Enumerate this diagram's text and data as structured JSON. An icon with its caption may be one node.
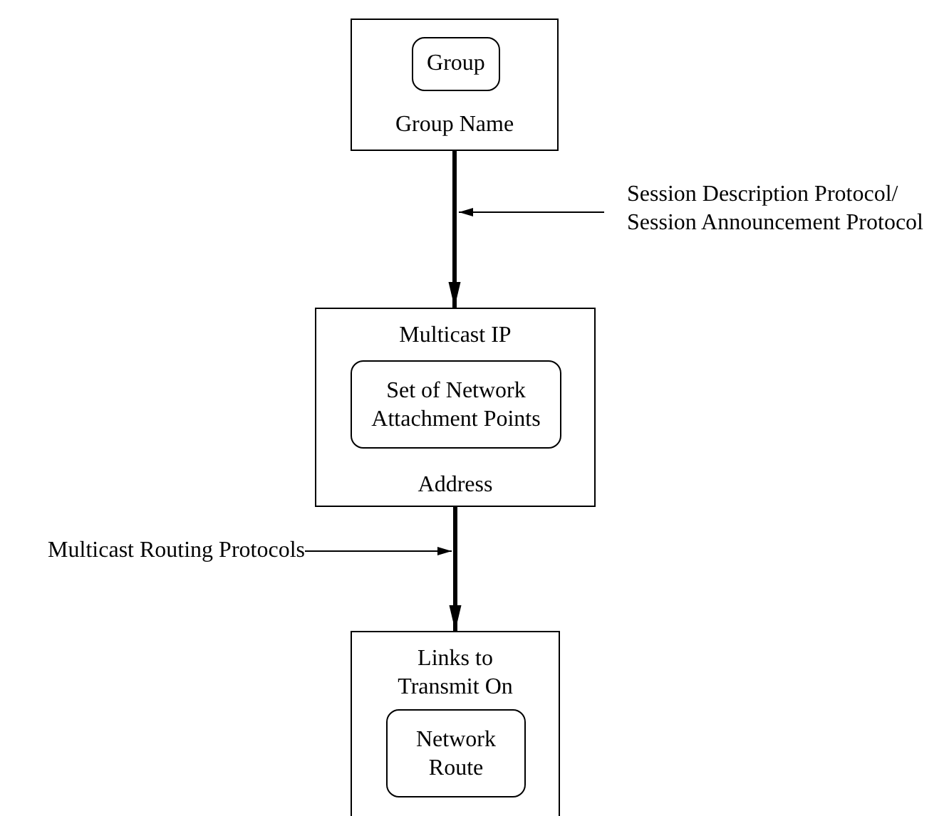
{
  "diagram": {
    "nodes": [
      {
        "text": [
          "Group Name"
        ]
      },
      {
        "text": [
          "Group"
        ],
        "in": 0
      },
      {
        "text": [
          "Multicast IP",
          "Address"
        ]
      },
      {
        "text": [
          "Set of Network Attachment Points"
        ],
        "in": 2
      },
      {
        "text": [
          "Links to Transmit On"
        ]
      },
      {
        "text": [
          "Network Route"
        ],
        "in": 4
      },
      {
        "text": [
          "Session Description Protocol/ Session Announcement Protocol"
        ]
      },
      {
        "text": [
          "Multicast Routing Protocols"
        ]
      }
    ],
    "edges": [
      {
        "from": 0,
        "to": 2,
        "arrow": "to",
        "style": "thick"
      },
      {
        "from": 2,
        "to": 4,
        "arrow": "to",
        "style": "thick"
      },
      {
        "from": 6,
        "to": null,
        "arrow": "to"
      },
      {
        "from": 7,
        "to": null,
        "arrow": "to"
      }
    ]
  }
}
